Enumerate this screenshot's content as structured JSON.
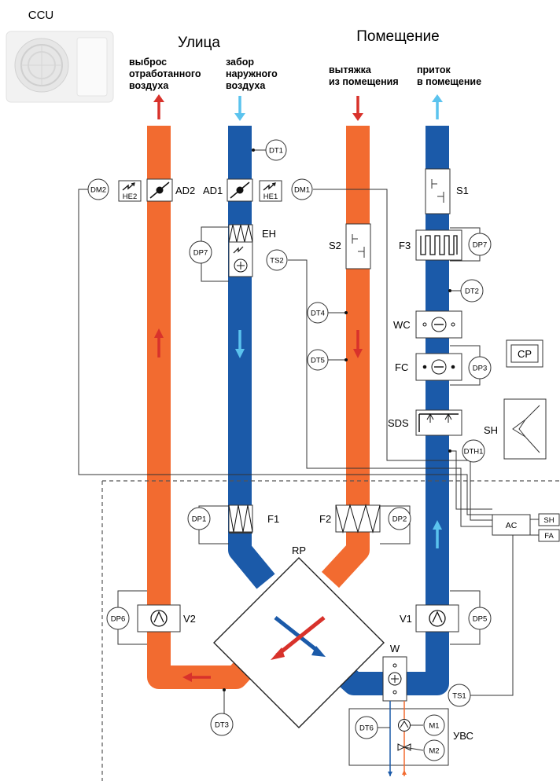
{
  "headings": {
    "ccu": "CCU",
    "outside": "Улица",
    "room": "Помещение"
  },
  "captions": {
    "exhaust_out": [
      "выброс",
      "отработанного",
      "воздуха"
    ],
    "intake_out": [
      "забор",
      "наружного",
      "воздуха"
    ],
    "extract_room": [
      "вытяжка",
      "из помещения"
    ],
    "supply_room": [
      "приток",
      "в помещение"
    ]
  },
  "components": {
    "ad2": "AD2",
    "ad1": "AD1",
    "he2": "HE2",
    "he1": "HE1",
    "eh": "EH",
    "s1": "S1",
    "s2": "S2",
    "f3": "F3",
    "wc": "WC",
    "fc": "FC",
    "cp": "CP",
    "sds": "SDS",
    "sh": "SH",
    "f1": "F1",
    "f2": "F2",
    "rp": "RP",
    "v1": "V1",
    "v2": "V2",
    "w": "W",
    "ac": "AC",
    "sh_out": "SH",
    "fa_out": "FA",
    "uvs": "УВС"
  },
  "sensors": {
    "dm2": "DM2",
    "dm1": "DM1",
    "dt1": "DT1",
    "dp7a": "DP7",
    "ts2": "TS2",
    "dp7b": "DP7",
    "dt2": "DT2",
    "dt4": "DT4",
    "dt5": "DT5",
    "dp3": "DP3",
    "dth1": "DTH1",
    "dp1": "DP1",
    "dp2": "DP2",
    "dp6": "DP6",
    "dp5": "DP5",
    "dt3": "DT3",
    "ts1": "TS1",
    "dt6": "DT6",
    "m1": "M1",
    "m2": "M2"
  },
  "colors": {
    "hot": "#f26b30",
    "cold": "#1b5aa9",
    "arrow_red": "#d8322b",
    "arrow_blue": "#5bc3ee"
  }
}
